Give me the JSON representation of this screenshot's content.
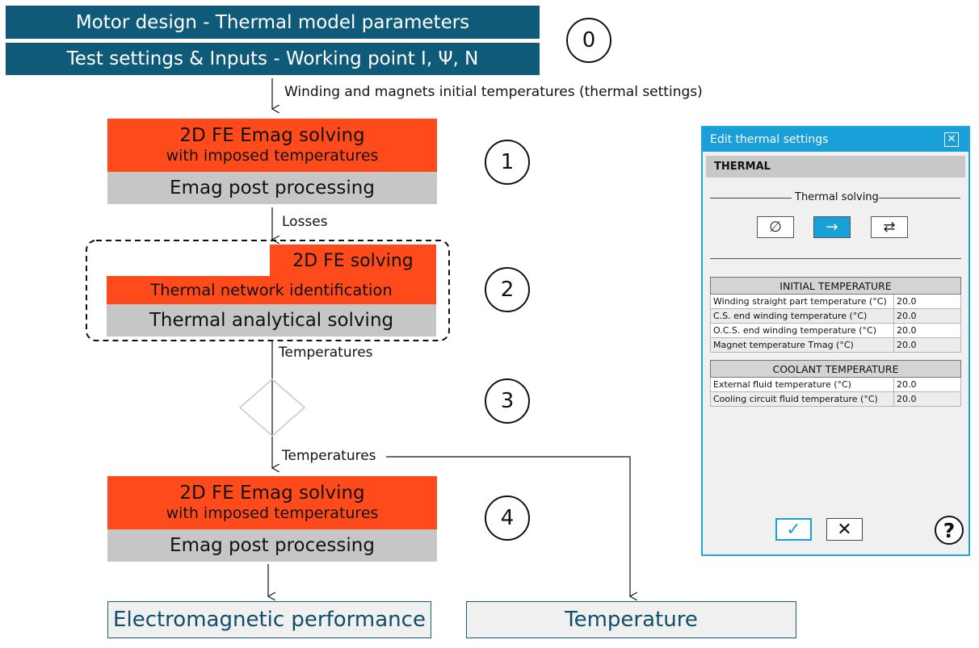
{
  "header": {
    "motor_design": "Motor design - Thermal model parameters",
    "test_settings": "Test settings & Inputs - Working point I, Ψ, N"
  },
  "steps": {
    "s0": "0",
    "s1": "1",
    "s2": "2",
    "s3": "3",
    "s4": "4"
  },
  "flow": {
    "initial_temps_label": "Winding and magnets initial temperatures (thermal settings)",
    "emag1_title": "2D FE Emag solving",
    "emag1_sub": "with imposed temperatures",
    "emag1_post": "Emag post processing",
    "losses_label": "Losses",
    "fe_solving": "2D FE solving",
    "thermal_network": "Thermal network identification",
    "thermal_analytical": "Thermal analytical solving",
    "temps_label_1": "Temperatures",
    "temps_label_2": "Temperatures",
    "emag2_title": "2D FE Emag solving",
    "emag2_sub": "with imposed temperatures",
    "emag2_post": "Emag post processing",
    "out_em": "Electromagnetic performance",
    "out_temp": "Temperature"
  },
  "dialog": {
    "title": "Edit thermal settings",
    "section": "THERMAL",
    "thermal_solving_label": "Thermal solving",
    "buttons": [
      {
        "icon": "none-icon",
        "glyph": "∅",
        "active": false
      },
      {
        "icon": "arrow-right-icon",
        "glyph": "→",
        "active": true
      },
      {
        "icon": "swap-arrows-icon",
        "glyph": "⇄",
        "active": false
      }
    ],
    "initial_temperature": {
      "header": "INITIAL TEMPERATURE",
      "rows": [
        {
          "label": "Winding straight part temperature (°C)",
          "value": "20.0"
        },
        {
          "label": "C.S. end winding temperature (°C)",
          "value": "20.0"
        },
        {
          "label": "O.C.S. end winding temperature (°C)",
          "value": "20.0"
        },
        {
          "label": "Magnet temperature Tmag (°C)",
          "value": "20.0"
        }
      ]
    },
    "coolant_temperature": {
      "header": "COOLANT TEMPERATURE",
      "rows": [
        {
          "label": "External fluid temperature (°C)",
          "value": "20.0"
        },
        {
          "label": "Cooling circuit fluid temperature (°C)",
          "value": "20.0"
        }
      ]
    },
    "ok_glyph": "✓",
    "cancel_glyph": "✕",
    "help_glyph": "?"
  },
  "colors": {
    "teal": "#0f5a78",
    "orange": "#ff4a1c",
    "grey": "#c6c6c6",
    "dialog_accent": "#1aa0d8"
  }
}
